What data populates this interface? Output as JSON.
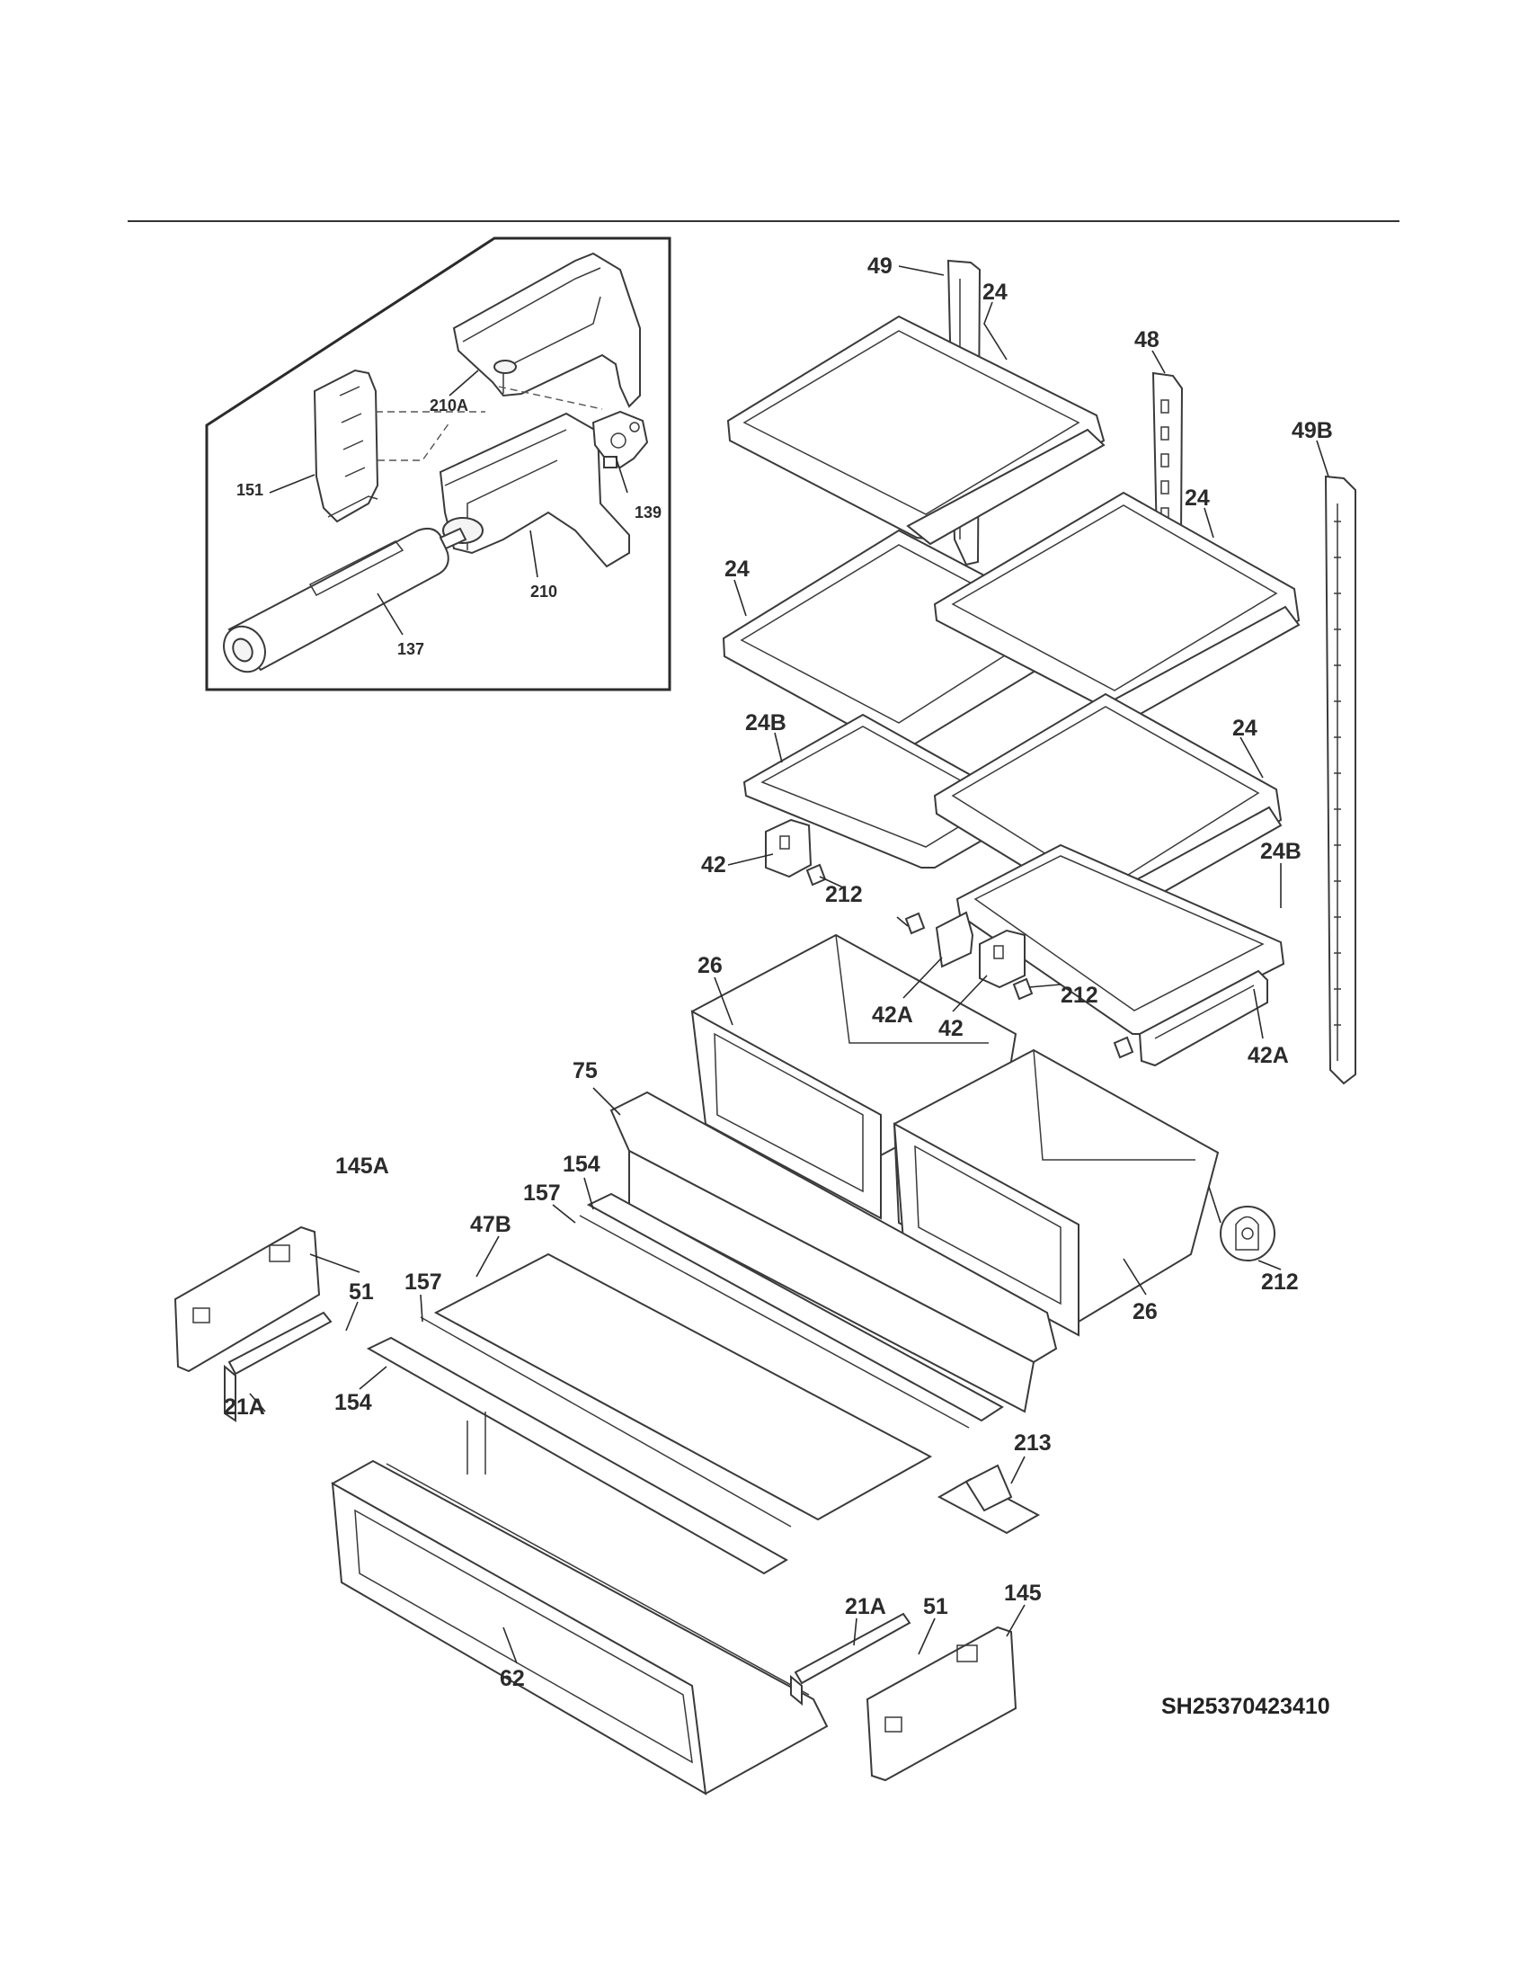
{
  "callouts": {
    "c151": "151",
    "c210a": "210A",
    "c139": "139",
    "c210": "210",
    "c137": "137",
    "c49": "49",
    "c24_top": "24",
    "c48": "48",
    "c49b": "49B",
    "c24_left": "24",
    "c24_right": "24",
    "c24b_left": "24B",
    "c24_right_lower": "24",
    "c42_left": "42",
    "c212_a": "212",
    "c24b_right": "24B",
    "c26_left": "26",
    "c42a_mid": "42A",
    "c42_mid": "42",
    "c212_b": "212",
    "c42a_right": "42A",
    "c75": "75",
    "c154_top": "154",
    "c145a": "145A",
    "c157_top": "157",
    "c47b": "47B",
    "c51_left": "51",
    "c157_left": "157",
    "c212_detail": "212",
    "c26_right": "26",
    "c21a_left": "21A",
    "c154_left": "154",
    "c213": "213",
    "c21a_bottom": "21A",
    "c51_bottom": "51",
    "c145": "145",
    "c62": "62"
  },
  "diagram_code": "SH25370423410"
}
